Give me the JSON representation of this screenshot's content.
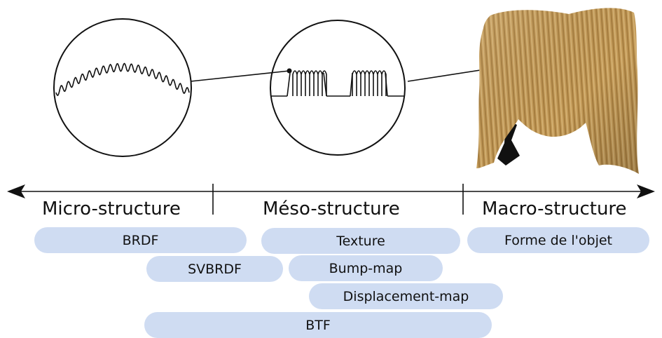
{
  "scales": {
    "micro": "Micro-structure",
    "meso": "Méso-structure",
    "macro": "Macro-structure"
  },
  "representations": {
    "brdf": "BRDF",
    "svbrdf": "SVBRDF",
    "texture": "Texture",
    "bump_map": "Bump-map",
    "displacement_map": "Displacement-map",
    "btf": "BTF",
    "object_shape": "Forme de l'objet"
  },
  "colors": {
    "pill_fill": "#cfdcf2",
    "fabric_base": "#c39a58",
    "fabric_rib_dark": "#a77e3f",
    "fabric_rib_light": "#d7b476",
    "line": "#111111"
  },
  "icons": {
    "micro_view": "microfacet-surface-magnifier",
    "meso_view": "corduroy-ribs-magnifier",
    "macro_view": "corduroy-fabric-photo"
  }
}
